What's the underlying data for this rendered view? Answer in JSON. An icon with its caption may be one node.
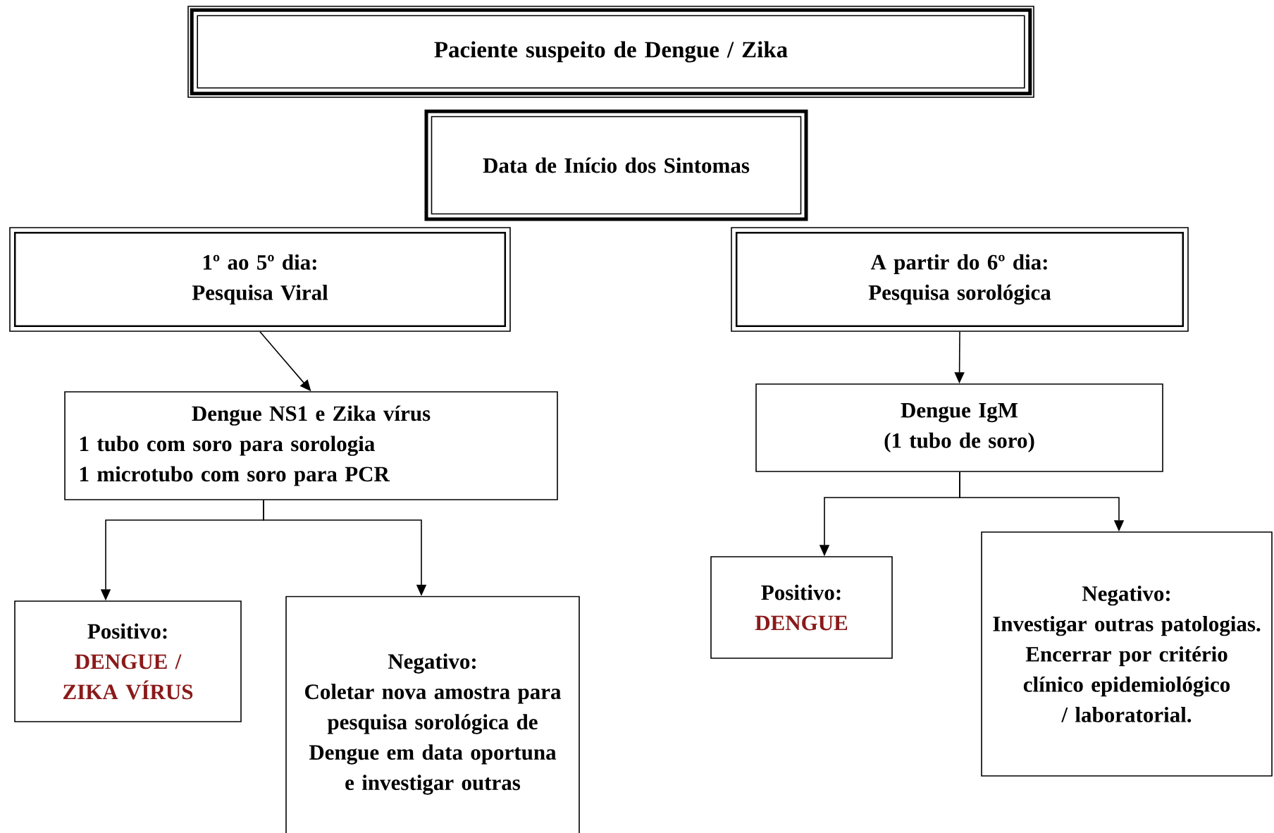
{
  "diagram": {
    "nodes": [
      {
        "text": [
          "Paciente suspeito de Dengue / Zika"
        ]
      },
      {
        "text": [
          "Data de Início dos Sintomas"
        ]
      },
      {
        "text": [
          "1º ao 5º dia:",
          "Pesquisa Viral"
        ]
      },
      {
        "text": [
          "A partir do 6º dia:",
          "Pesquisa sorológica"
        ]
      },
      {
        "text": [
          "Dengue NS1 e Zika vírus",
          "1 tubo com soro para sorologia",
          "1 microtubo com soro para PCR"
        ]
      },
      {
        "text": [
          "Dengue IgM",
          "(1 tubo de soro)"
        ]
      },
      {
        "text": [
          "Positivo:",
          "DENGUE / ZIKA VÍRUS"
        ]
      },
      {
        "text": [
          "Negativo:",
          "Coletar nova amostra para pesquisa sorológica de Dengue em data oportuna e investigar outras"
        ]
      },
      {
        "text": [
          "Positivo:",
          "DENGUE"
        ]
      },
      {
        "text": [
          "Negativo:",
          "Investigar outras patologias.",
          "Encerrar por critério clínico epidemiológico / laboratorial."
        ]
      }
    ],
    "edges": [
      {
        "from": 2,
        "to": 4,
        "arrow": "to"
      },
      {
        "from": 4,
        "to": 6,
        "arrow": "to"
      },
      {
        "from": 4,
        "to": 7,
        "arrow": "to"
      },
      {
        "from": 3,
        "to": 5,
        "arrow": "to"
      },
      {
        "from": 5,
        "to": 8,
        "arrow": "to"
      },
      {
        "from": 5,
        "to": 9,
        "arrow": "to"
      }
    ]
  }
}
